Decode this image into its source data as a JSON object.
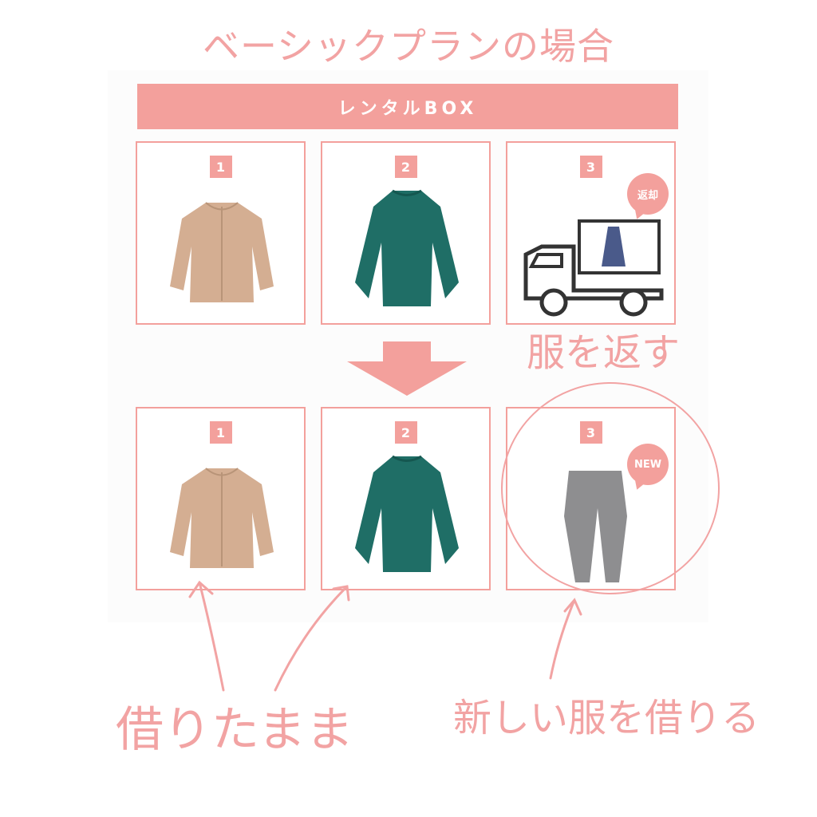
{
  "title": "ベーシックプランの場合",
  "header": "レンタルBOX",
  "before": [
    {
      "number": "1",
      "item": "beige-jacket"
    },
    {
      "number": "2",
      "item": "green-knit"
    },
    {
      "number": "3",
      "item": "truck-with-dress",
      "badge": "返却"
    }
  ],
  "after": [
    {
      "number": "1",
      "item": "beige-jacket"
    },
    {
      "number": "2",
      "item": "green-knit"
    },
    {
      "number": "3",
      "item": "gray-pants",
      "badge": "NEW"
    }
  ],
  "annotations": {
    "return": "服を返す",
    "keep": "借りたまま",
    "new": "新しい服を借りる"
  },
  "colors": {
    "accent": "#f3a09c",
    "handwriting": "#f2a3a3"
  }
}
